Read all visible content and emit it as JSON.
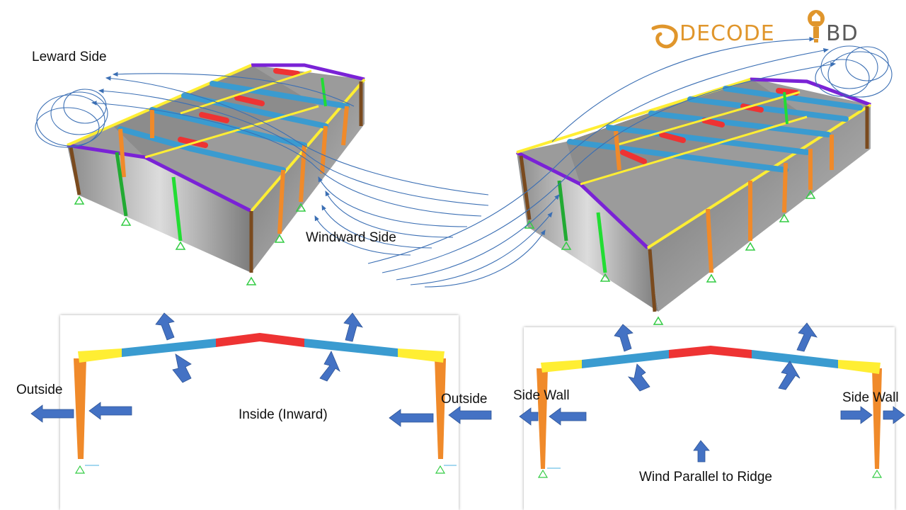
{
  "brand": {
    "name_left": "DECODE",
    "name_right": "BD",
    "color": "#e0962c"
  },
  "labels": {
    "leward_side": "Leward Side",
    "windward_side": "Windward Side",
    "outside_left": "Outside",
    "outside_right": "Outside",
    "inside_inward": "Inside (Inward)",
    "side_wall_left": "Side Wall",
    "side_wall_right": "Side Wall",
    "wind_parallel": "Wind Parallel to Ridge"
  },
  "colors": {
    "rafter_end": "#ffee33",
    "rafter_mid": "#3a9bd0",
    "ridge": "#ee3333",
    "column": "#f08a2a",
    "edge_purple": "#7a22d6",
    "bracing_green": "#22cc33",
    "arrow_blue": "#4472c4",
    "wind_line": "#3b6fb4",
    "roof_gray": "#9a9a9a"
  },
  "icons": [
    "logo-mark-icon",
    "wind-arrow-icon",
    "support-icon"
  ]
}
